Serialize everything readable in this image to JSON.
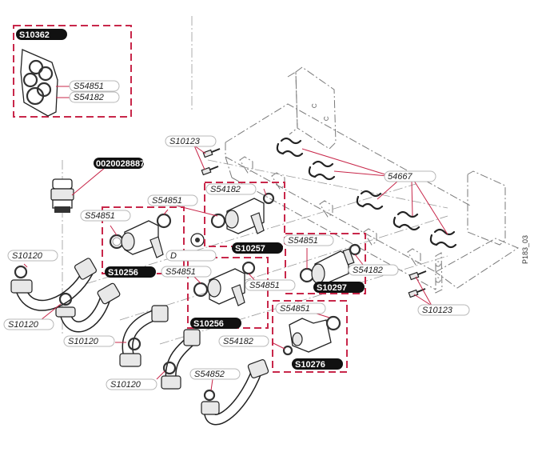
{
  "figure_ref": "P183_03",
  "accent_color": "#c8274a",
  "kits": [
    {
      "id": "S10362",
      "contents": [
        "S54851",
        "S54182"
      ]
    },
    {
      "id": "S10257",
      "contents": [
        "S54182",
        "S54851"
      ]
    },
    {
      "id": "S10256a",
      "label": "S10256",
      "contents": [
        "S54851",
        "S54851"
      ]
    },
    {
      "id": "S10256b",
      "label": "S10256",
      "contents": [
        "S54851",
        "S54851"
      ]
    },
    {
      "id": "S10297",
      "contents": [
        "S54851",
        "S54182"
      ]
    },
    {
      "id": "S10276",
      "contents": [
        "S54851",
        "S54182"
      ]
    }
  ],
  "labels": {
    "kit_s10362": "S10362",
    "s10362_s54851": "S54851",
    "s10362_s54182": "S54182",
    "part_0020028887": "0020028887",
    "s10123_top": "S10123",
    "s10123_right": "S10123",
    "clip_54667": "54667",
    "s54182_top": "S54182",
    "s54851_top": "S54851",
    "s54851_left": "S54851",
    "kit_s10257": "S10257",
    "kit_s10256_a": "S10256",
    "kit_s10256_b": "S10256",
    "label_d": "D",
    "s54851_mid_left": "S54851",
    "s54851_mid_right": "S54851",
    "s54851_s10297": "S54851",
    "s54182_s10297": "S54182",
    "kit_s10297": "S10297",
    "s54851_s10276": "S54851",
    "s54182_s10276": "S54182",
    "kit_s10276": "S10276",
    "s10120_a": "S10120",
    "s10120_b": "S10120",
    "s10120_c": "S10120",
    "s10120_d": "S10120",
    "s54852": "S54852"
  }
}
